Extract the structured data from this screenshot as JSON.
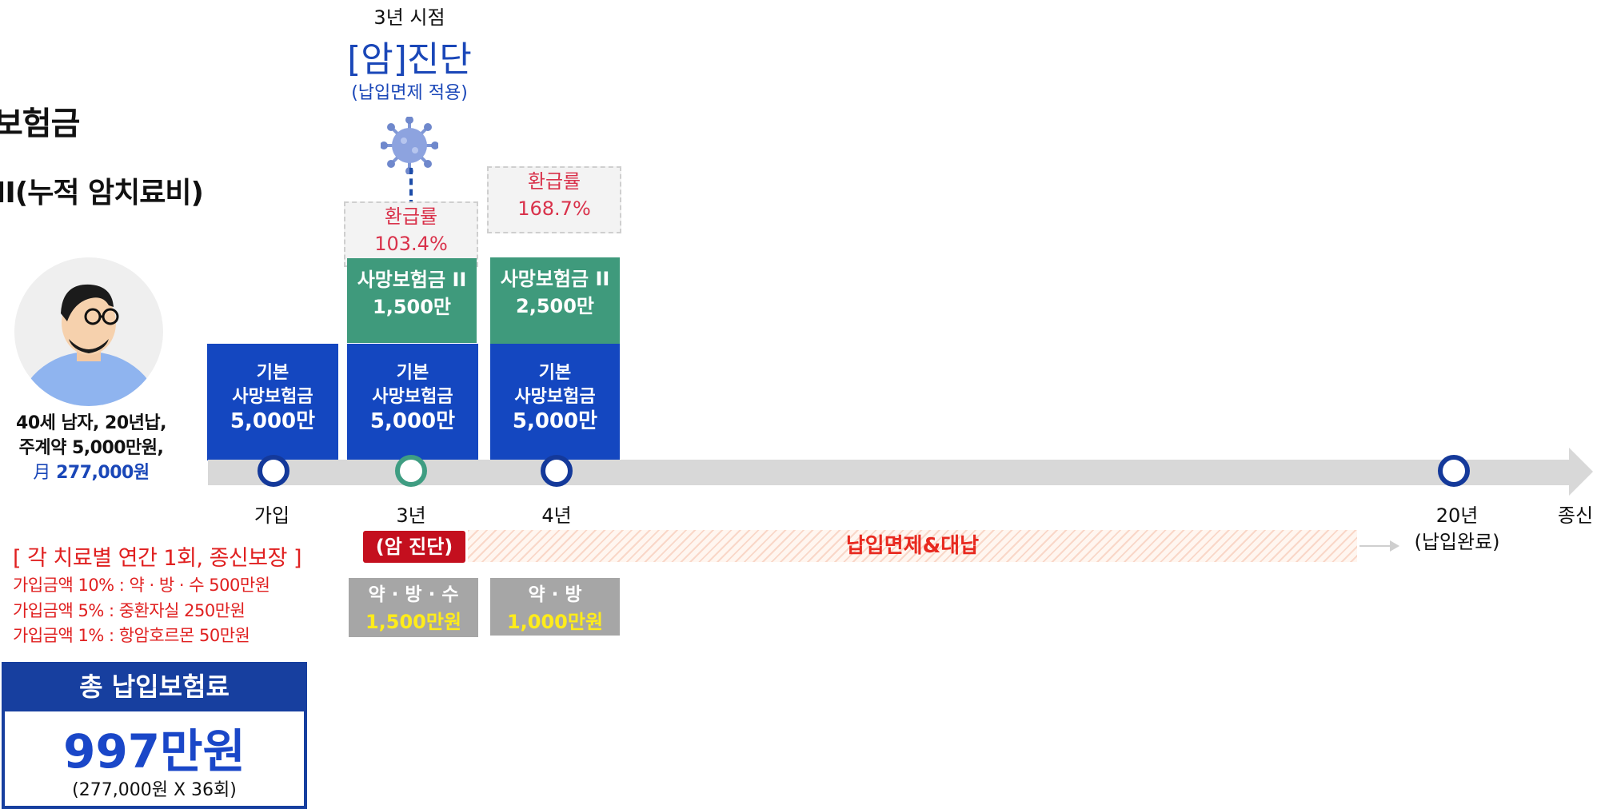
{
  "header": {
    "line1": "보험금",
    "line2": "II(누적 암치료비)"
  },
  "person": {
    "line1": "40세 남자, 20년납,",
    "line2": "주계약 5,000만원,",
    "monthly_prefix": "月",
    "monthly_value": "277,000원"
  },
  "event": {
    "time": "3년 시점",
    "title": "[암]진단",
    "note": "(납입면제 적용)"
  },
  "timeline": {
    "ticks": [
      {
        "label": "가입",
        "sub": ""
      },
      {
        "label": "3년",
        "sub": ""
      },
      {
        "label": "4년",
        "sub": ""
      },
      {
        "label": "20년",
        "sub": "(납입완료)"
      },
      {
        "label": "종신",
        "sub": ""
      }
    ]
  },
  "columns": [
    {
      "basic": {
        "l1": "기본",
        "l2": "사망보험금",
        "l3": "5,000만"
      }
    },
    {
      "refund": {
        "label": "환급률",
        "value": "103.4%"
      },
      "extra": {
        "l1": "사망보험금 II",
        "l2": "1,500만"
      },
      "basic": {
        "l1": "기본",
        "l2": "사망보험금",
        "l3": "5,000만"
      },
      "treatment": {
        "l1": "약 · 방 · 수",
        "l2": "1,500만원"
      }
    },
    {
      "refund": {
        "label": "환급률",
        "value": "168.7%"
      },
      "extra": {
        "l1": "사망보험금 II",
        "l2": "2,500만"
      },
      "basic": {
        "l1": "기본",
        "l2": "사망보험금",
        "l3": "5,000만"
      },
      "treatment": {
        "l1": "약 · 방",
        "l2": "1,000만원"
      }
    }
  ],
  "band": {
    "badge": "(암 진단)",
    "label": "납입면제&대납"
  },
  "coverage": {
    "title": "[ 각 치료별 연간 1회, 종신보장 ]",
    "lines": [
      "가입금액 10% : 약 · 방 · 수 500만원",
      "가입금액 5% : 중환자실 250만원",
      "가입금액 1% : 항암호르몬 50만원"
    ]
  },
  "total": {
    "title": "총 납입보험료",
    "amount": "997만원",
    "detail": "(277,000원 X 36회)"
  },
  "colors": {
    "blue": "#1447c0",
    "green": "#3f9a7c",
    "red": "#e02020",
    "refund_red": "#d9324b",
    "navy": "#173f9f",
    "yellow": "#ffec1a"
  }
}
